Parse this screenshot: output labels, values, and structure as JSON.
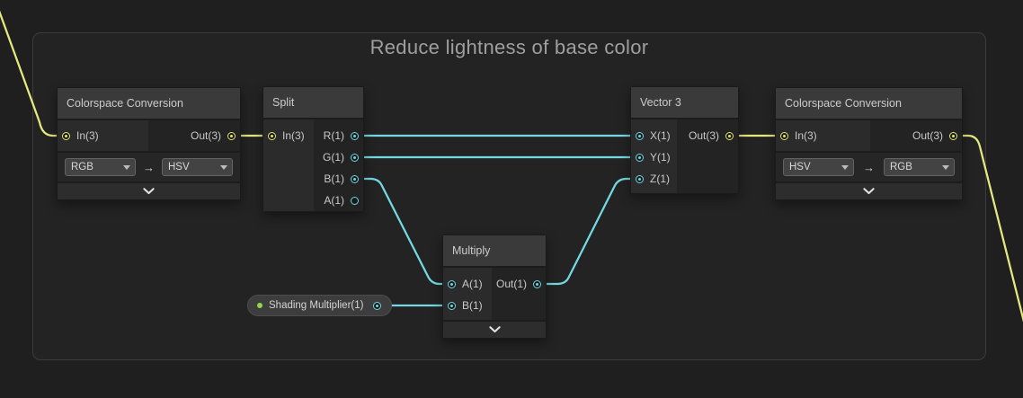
{
  "group": {
    "title": "Reduce lightness of base color"
  },
  "colors": {
    "wire_vector3_yellow": "#e5e97e",
    "wire_vector1_cyan": "#74d9e2",
    "property_dot_green": "#90d74e",
    "group_background": "#232323",
    "canvas_background": "#1f1f1f"
  },
  "nodes": {
    "colorspace_left": {
      "title": "Colorspace Conversion",
      "in": "In(3)",
      "out": "Out(3)",
      "from": "RGB",
      "arrow": "→",
      "to": "HSV"
    },
    "split": {
      "title": "Split",
      "in": "In(3)",
      "outputs": [
        "R(1)",
        "G(1)",
        "B(1)",
        "A(1)"
      ]
    },
    "multiply": {
      "title": "Multiply",
      "inputs": [
        "A(1)",
        "B(1)"
      ],
      "out": "Out(1)"
    },
    "vector3": {
      "title": "Vector 3",
      "inputs": [
        "X(1)",
        "Y(1)",
        "Z(1)"
      ],
      "out": "Out(3)"
    },
    "colorspace_right": {
      "title": "Colorspace Conversion",
      "in": "In(3)",
      "out": "Out(3)",
      "from": "HSV",
      "arrow": "→",
      "to": "RGB"
    },
    "property_shading_multiplier": {
      "label": "Shading Multiplier(1)"
    }
  }
}
